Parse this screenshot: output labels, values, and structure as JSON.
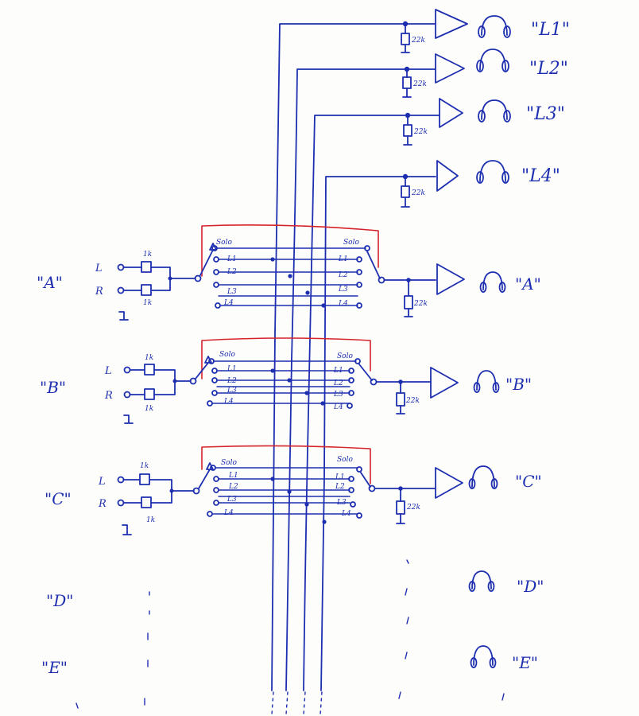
{
  "outputs": [
    {
      "id": "L1",
      "label": "\"L1\"",
      "resistor": "22k"
    },
    {
      "id": "L2",
      "label": "\"L2\"",
      "resistor": "22k"
    },
    {
      "id": "L3",
      "label": "\"L3\"",
      "resistor": "22k"
    },
    {
      "id": "L4",
      "label": "\"L4\"",
      "resistor": "22k"
    }
  ],
  "channels": [
    {
      "label": "\"A\"",
      "out_label": "\"A\"",
      "input_left": "L",
      "input_right": "R",
      "res_top": "1k",
      "res_bottom": "1k",
      "out_resistor": "22k",
      "switch_labels_left": [
        "Solo",
        "L1",
        "L2",
        "L3",
        "L4"
      ],
      "switch_labels_right": [
        "Solo",
        "L1",
        "L2",
        "L3",
        "L4"
      ]
    },
    {
      "label": "\"B\"",
      "out_label": "\"B\"",
      "input_left": "L",
      "input_right": "R",
      "res_top": "1k",
      "res_bottom": "1k",
      "out_resistor": "22k",
      "switch_labels_left": [
        "Solo",
        "L1",
        "L2",
        "L3",
        "L4"
      ],
      "switch_labels_right": [
        "Solo",
        "L1",
        "L2",
        "L3",
        "L4"
      ]
    },
    {
      "label": "\"C\"",
      "out_label": "\"C\"",
      "input_left": "L",
      "input_right": "R",
      "res_top": "1k",
      "res_bottom": "1k",
      "out_resistor": "22k",
      "switch_labels_left": [
        "Solo",
        "L1",
        "L2",
        "L3",
        "L4"
      ],
      "switch_labels_right": [
        "Solo",
        "L1",
        "L2",
        "L3",
        "L4"
      ]
    }
  ],
  "extra_channels": [
    {
      "label": "\"D\"",
      "out_label": "\"D\""
    },
    {
      "label": "\"E\"",
      "out_label": "\"E\""
    }
  ],
  "colors": {
    "ink": "#1d2fb0",
    "switch_outline": "#d5232a",
    "paper": "#fdfdfb"
  },
  "icons": [
    "headphone-icon",
    "ground-icon",
    "amplifier-icon",
    "resistor-icon"
  ]
}
